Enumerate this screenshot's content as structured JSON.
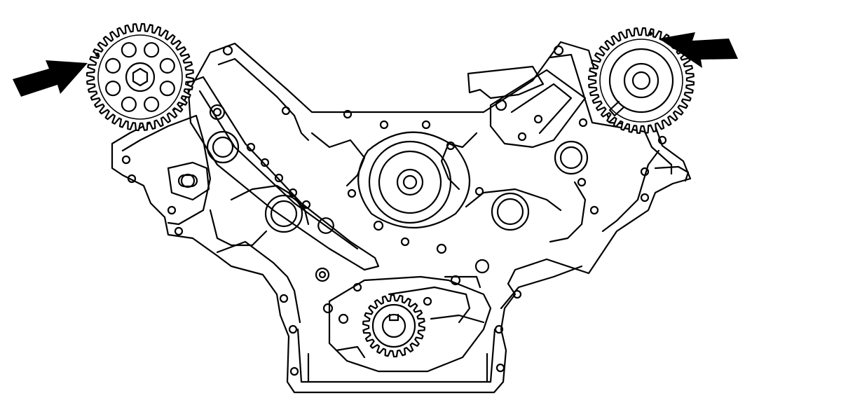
{
  "diagram": {
    "background": "#ffffff",
    "line_color": "#000000",
    "components": [
      {
        "name": "left-camshaft-sprocket",
        "teeth": 40,
        "marked": true
      },
      {
        "name": "right-camshaft-sprocket",
        "teeth": 40,
        "marked": true
      },
      {
        "name": "crankshaft-sprocket",
        "teeth": 22
      },
      {
        "name": "water-pump-pulley"
      },
      {
        "name": "left-timing-chain-guide"
      },
      {
        "name": "right-chain-tensioner"
      },
      {
        "name": "oil-pump-housing"
      }
    ],
    "arrows": [
      {
        "name": "left-timing-mark-arrow",
        "points_to": "left-camshaft-sprocket"
      },
      {
        "name": "right-timing-mark-arrow",
        "points_to": "right-camshaft-sprocket"
      }
    ]
  }
}
